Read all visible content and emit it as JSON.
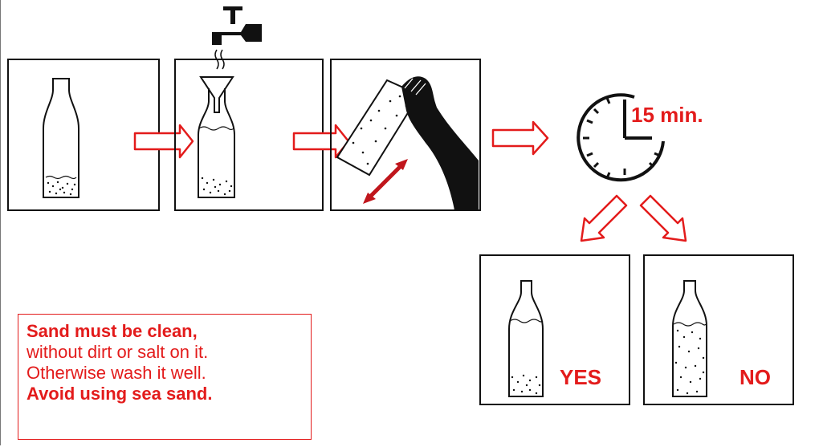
{
  "labels": {
    "time": "15 min.",
    "yes": "YES",
    "no": "NO"
  },
  "note": {
    "line1": "Sand must be clean,",
    "line2": "without dirt or salt on it.",
    "line3": "Otherwise wash it well.",
    "line4": "Avoid using sea sand."
  },
  "colors": {
    "accent": "#e31b1b",
    "ink": "#111111"
  },
  "icons": [
    "tap-icon",
    "funnel-icon",
    "clock-icon",
    "hand-shaking-icon",
    "bottle-icon",
    "arrow-right-icon",
    "arrow-down-icon",
    "double-arrow-icon"
  ]
}
